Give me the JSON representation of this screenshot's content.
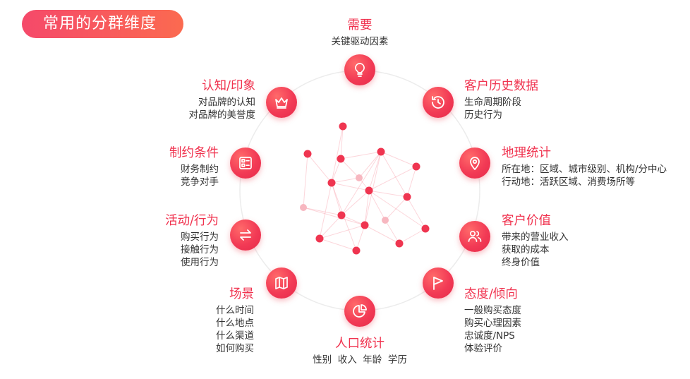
{
  "title": "常用的分群维度",
  "colors": {
    "accent": "#f0334f",
    "ring": "#ececec",
    "network": "#f56b7c"
  },
  "dimensions": [
    {
      "icon": "lightbulb-icon",
      "heading": "需要",
      "lines": [
        "关键驱动因素"
      ]
    },
    {
      "icon": "history-icon",
      "heading": "客户历史数据",
      "lines": [
        "生命周期阶段",
        "历史行为"
      ]
    },
    {
      "icon": "location-pin-icon",
      "heading": "地理统计",
      "lines": [
        "所在地：区域、城市级别、机构/分中心",
        "行动地：活跃区域、消费场所等"
      ]
    },
    {
      "icon": "users-icon",
      "heading": "客户价值",
      "lines": [
        "带来的营业收入",
        "获取的成本",
        "终身价值"
      ]
    },
    {
      "icon": "flag-icon",
      "heading": "态度/倾向",
      "lines": [
        "一般购买态度",
        "购买心理因素",
        "忠诚度/NPS",
        "体验评价"
      ]
    },
    {
      "icon": "pie-chart-icon",
      "heading": "人口统计",
      "lines": [
        "性别  收入  年龄  学历"
      ]
    },
    {
      "icon": "map-icon",
      "heading": "场景",
      "lines": [
        "什么时间",
        "什么地点",
        "什么渠道",
        "如何购买"
      ]
    },
    {
      "icon": "swap-arrows-icon",
      "heading": "活动/行为",
      "lines": [
        "购买行为",
        "接触行为",
        "使用行为"
      ]
    },
    {
      "icon": "list-icon",
      "heading": "制约条件",
      "lines": [
        "财务制约",
        "竞争对手"
      ]
    },
    {
      "icon": "crown-icon",
      "heading": "认知/印象",
      "lines": [
        "对品牌的认知",
        "对品牌的美誉度"
      ]
    }
  ]
}
